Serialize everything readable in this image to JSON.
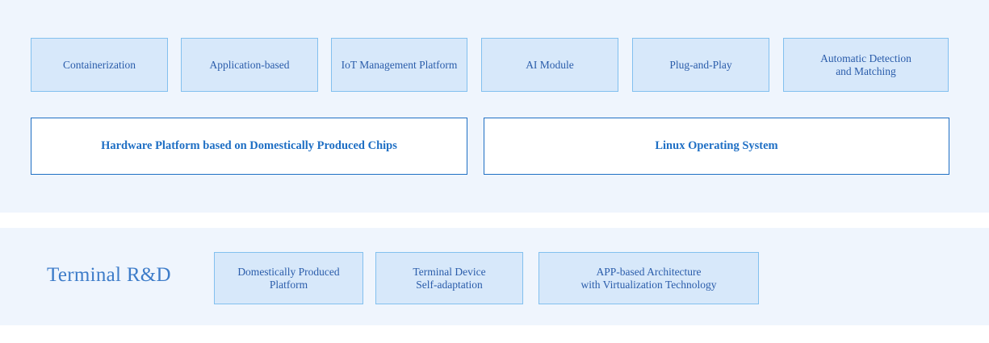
{
  "colors": {
    "panel_bg": "#eff5fd",
    "chip_fill": "#d7e8fa",
    "chip_border": "#82c0ef",
    "chip_text": "#2a5caa",
    "bar_border": "#1f6fc4",
    "bar_text": "#1f6fc4",
    "section_title": "#3d7cc9",
    "page_bg": "#ffffff"
  },
  "top_section": {
    "capability_chips": [
      {
        "label": "Containerization"
      },
      {
        "label": "Application-based"
      },
      {
        "label": "IoT Management Platform"
      },
      {
        "label": "AI Module"
      },
      {
        "label": "Plug-and-Play"
      },
      {
        "label": "Automatic Detection\nand Matching"
      }
    ],
    "foundation_bars": [
      {
        "label": "Hardware Platform based on Domestically Produced Chips"
      },
      {
        "label": "Linux Operating System"
      }
    ]
  },
  "bottom_section": {
    "title": "Terminal R&D",
    "chips": [
      {
        "label": "Domestically Produced\nPlatform"
      },
      {
        "label": "Terminal Device\nSelf-adaptation"
      },
      {
        "label": "APP-based Architecture\nwith Virtualization Technology"
      }
    ]
  }
}
